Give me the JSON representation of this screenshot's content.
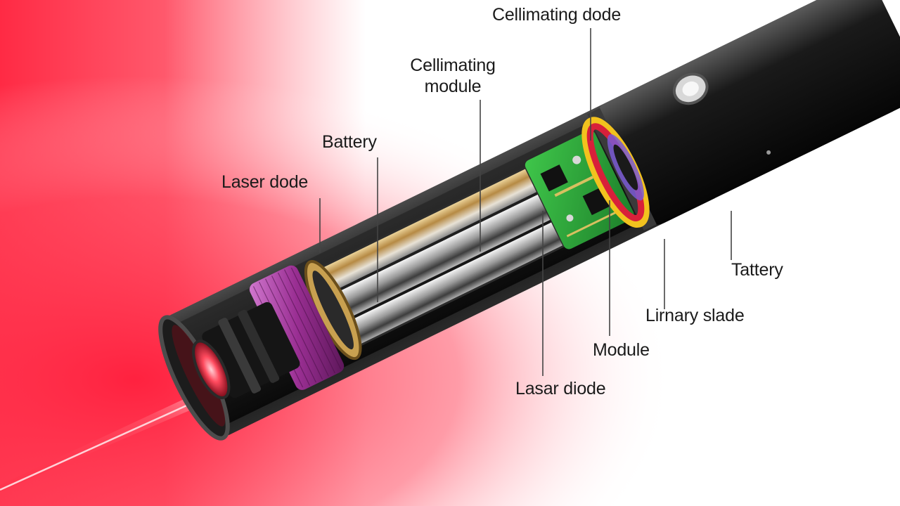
{
  "colors": {
    "beam_red": "#ff2a44",
    "housing_black": "#111111",
    "ring_purple": "#a23e9a",
    "pcb_green": "#2fae3a",
    "battery_gold": "#c8a050",
    "background": "#ffffff"
  },
  "labels": {
    "collimating_diode_top": "Cellimating dode",
    "collimating_module": "Cellimating\nmodule",
    "battery_left": "Battery",
    "laser_diode_left": "Laser dode",
    "battery_right": "Tattery",
    "slide": "Lirnary slade",
    "module": "Module",
    "laser_diode_bottom": "Lasar diode"
  }
}
